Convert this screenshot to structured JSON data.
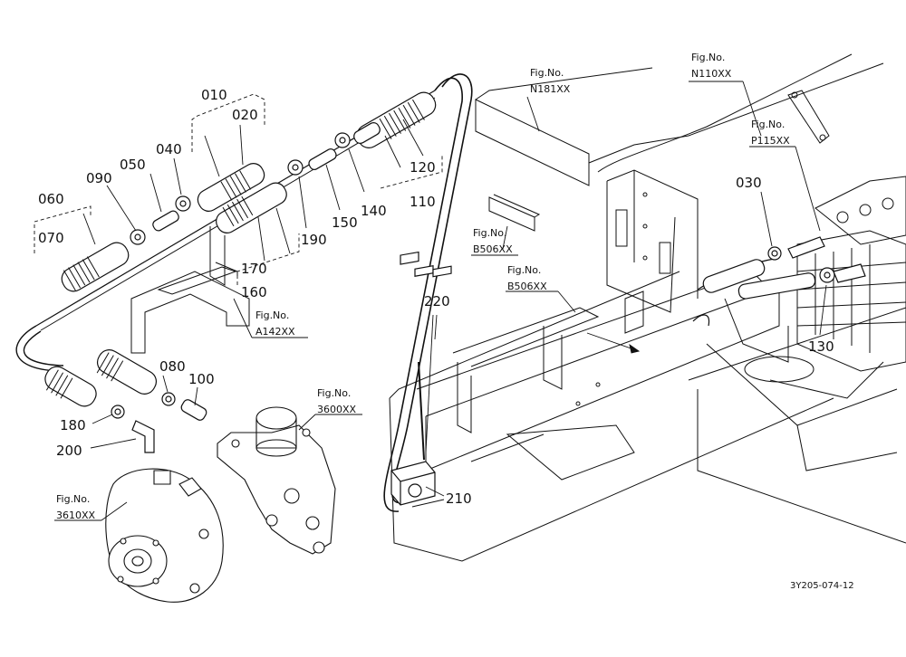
{
  "diagram": {
    "drawing_code": "3Y205-074-12",
    "fig_prefix": "Fig.No.",
    "figs": [
      {
        "id": "n181",
        "code": "N181XX"
      },
      {
        "id": "n110",
        "code": "N110XX"
      },
      {
        "id": "p115",
        "code": "P115XX"
      },
      {
        "id": "b506a",
        "code": "B506XX"
      },
      {
        "id": "b506b",
        "code": "B506XX"
      },
      {
        "id": "a142",
        "code": "A142XX"
      },
      {
        "id": "p3600",
        "code": "3600XX"
      },
      {
        "id": "p3610",
        "code": "3610XX"
      }
    ],
    "parts": [
      {
        "id": "010",
        "label": "010"
      },
      {
        "id": "020",
        "label": "020"
      },
      {
        "id": "040",
        "label": "040"
      },
      {
        "id": "050",
        "label": "050"
      },
      {
        "id": "090",
        "label": "090"
      },
      {
        "id": "060",
        "label": "060"
      },
      {
        "id": "070",
        "label": "070"
      },
      {
        "id": "120",
        "label": "120"
      },
      {
        "id": "110",
        "label": "110"
      },
      {
        "id": "140",
        "label": "140"
      },
      {
        "id": "150",
        "label": "150"
      },
      {
        "id": "190",
        "label": "190"
      },
      {
        "id": "170",
        "label": "170"
      },
      {
        "id": "160",
        "label": "160"
      },
      {
        "id": "080",
        "label": "080"
      },
      {
        "id": "100",
        "label": "100"
      },
      {
        "id": "180",
        "label": "180"
      },
      {
        "id": "200",
        "label": "200"
      },
      {
        "id": "220",
        "label": "220"
      },
      {
        "id": "210",
        "label": "210"
      },
      {
        "id": "030",
        "label": "030"
      },
      {
        "id": "130",
        "label": "130"
      }
    ]
  }
}
